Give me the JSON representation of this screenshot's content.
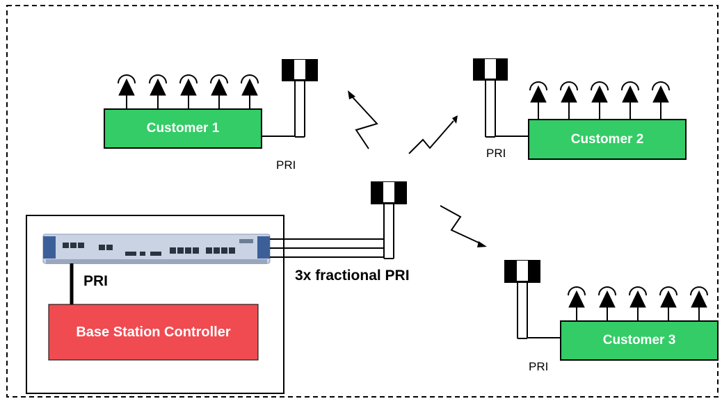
{
  "customers": [
    {
      "label": "Customer 1",
      "line_label": "PRI"
    },
    {
      "label": "Customer 2",
      "line_label": "PRI"
    },
    {
      "label": "Customer 3",
      "line_label": "PRI"
    }
  ],
  "base_station": {
    "controller_label": "Base Station Controller",
    "link_label": "PRI",
    "trunk_label": "3x fractional PRI"
  },
  "colors": {
    "customer_box": "#33cc66",
    "controller_box": "#ef4b51",
    "antenna": "#000000",
    "tower": "#000000"
  }
}
